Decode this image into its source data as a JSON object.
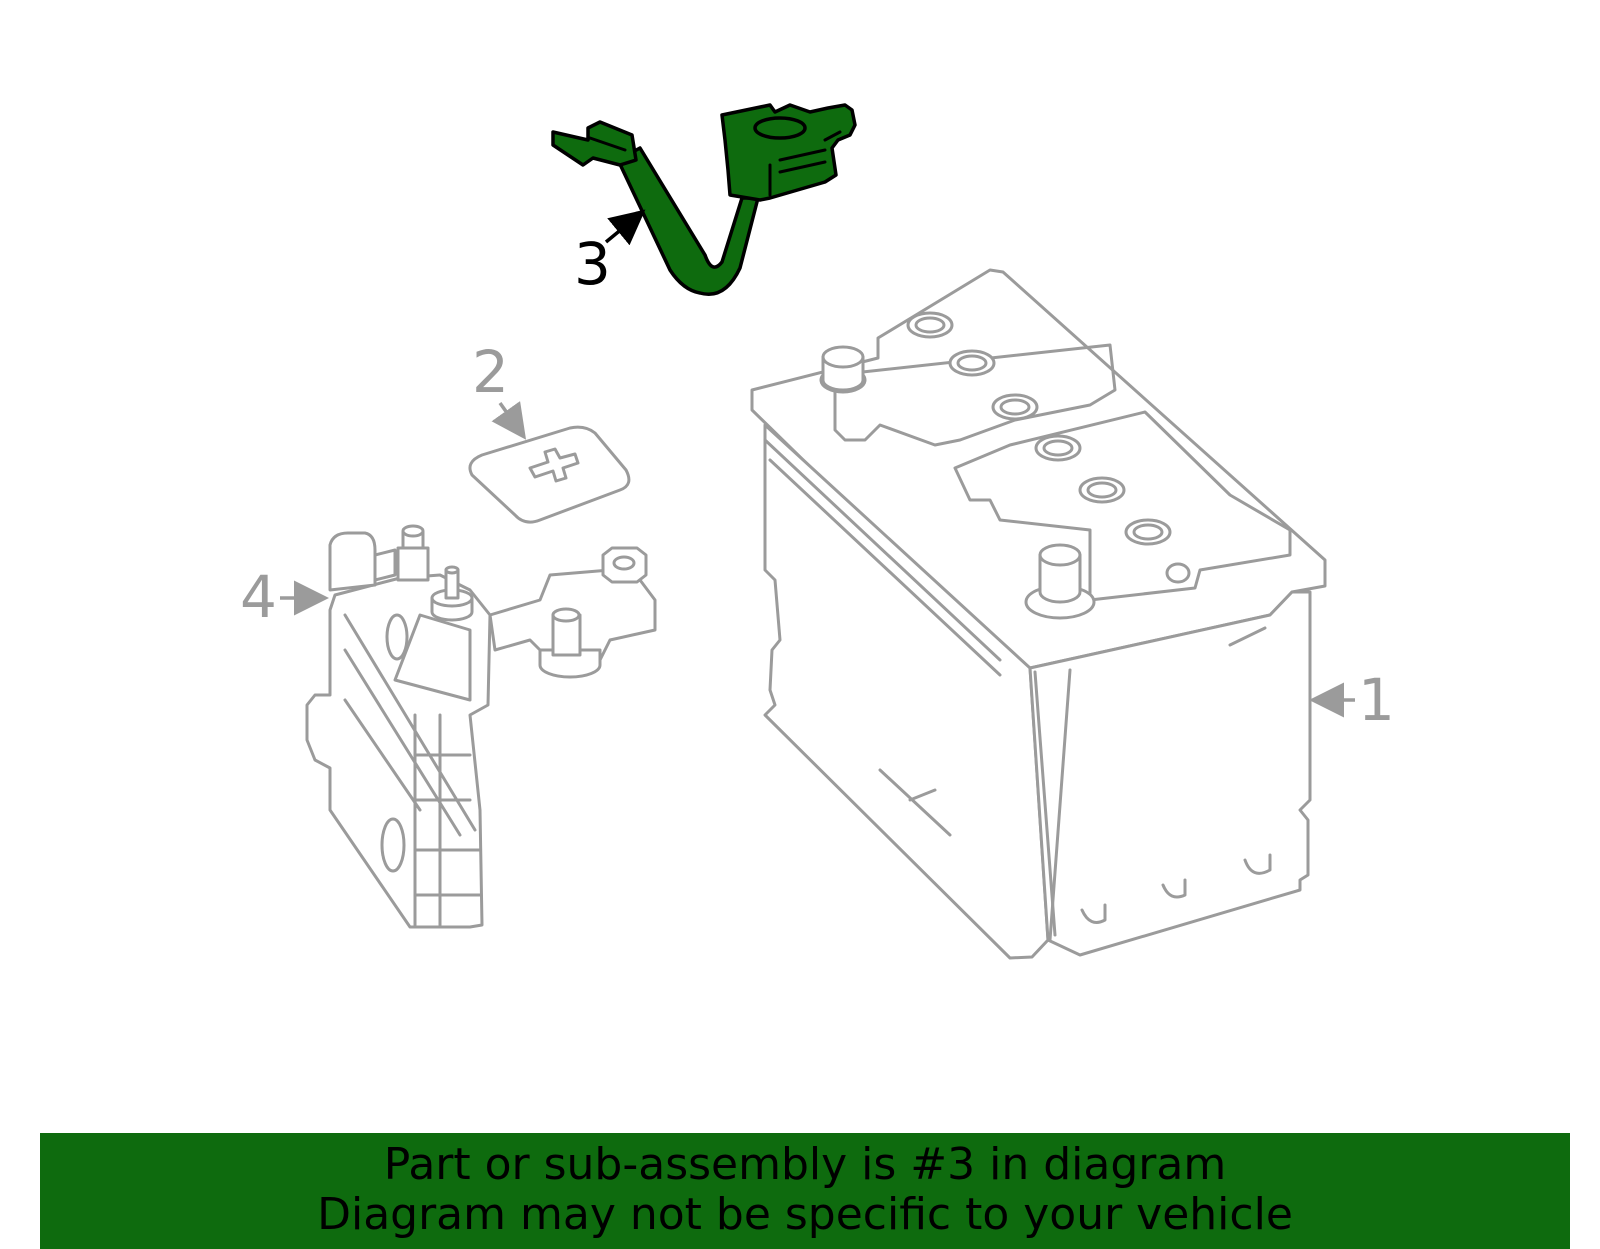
{
  "callouts": {
    "part1": "1",
    "part2": "2",
    "part3": "3",
    "part4": "4"
  },
  "banner": {
    "line1": "Part or sub-assembly is #3 in diagram",
    "line2": "Diagram may not be specific to your vehicle",
    "background_color": "#0e6b0e"
  },
  "colors": {
    "highlight": "#0e6b0e",
    "outline": "#9b9b9b"
  }
}
